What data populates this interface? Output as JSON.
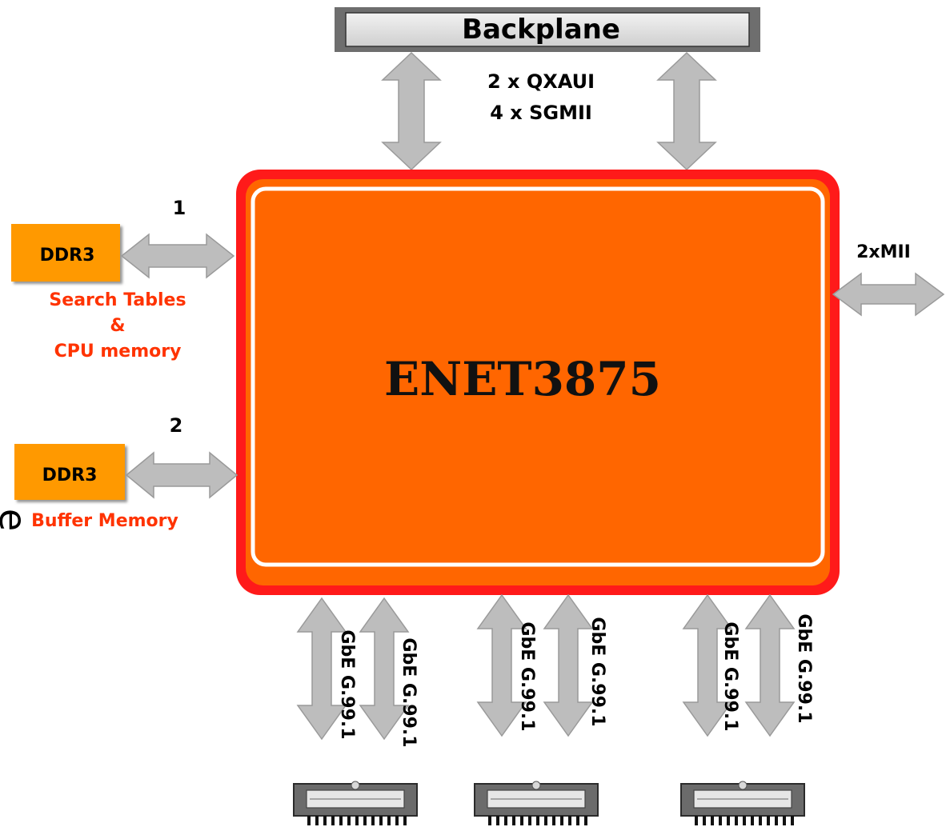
{
  "backplane": {
    "label": "Backplane"
  },
  "backplane_links": {
    "line1": "2 x QXAUI",
    "line2": "4 x SGMII"
  },
  "chip": {
    "name": "ENET3875"
  },
  "ddr_1": {
    "number": "1",
    "label": "DDR3",
    "caption_line1": "Search Tables",
    "caption_line2": "&",
    "caption_line3": "CPU memory"
  },
  "ddr_2": {
    "number": "2",
    "label": "DDR3",
    "caption": "Buffer Memory"
  },
  "mii": {
    "label": "2xMII"
  },
  "gbe_links": [
    "GbE G.99.1",
    "GbE G.99.1",
    "GbE G.99.1",
    "GbE G.99.1",
    "GbE G.99.1",
    "GbE G.99.1"
  ],
  "edge_glyph": "e",
  "colors": {
    "chip_fill": "#ff6600",
    "chip_border": "#ff1a1a",
    "ddr_fill": "#ff9900",
    "caption": "#ff3300",
    "arrow": "#bdbdbd"
  }
}
